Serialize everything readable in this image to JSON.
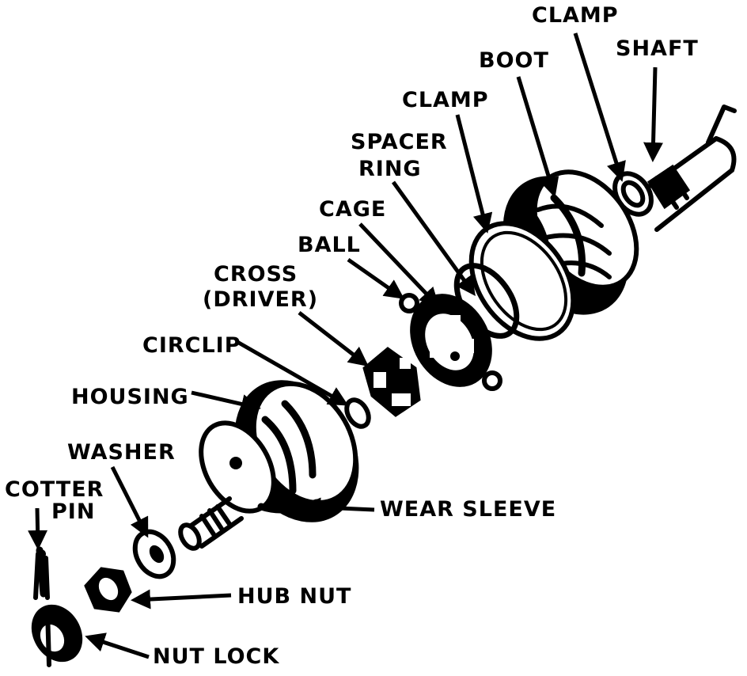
{
  "labels": {
    "clamp_outer": "CLAMP",
    "shaft": "SHAFT",
    "boot": "BOOT",
    "clamp_inner": "CLAMP",
    "spacer_line1": "SPACER",
    "spacer_line2": "RING",
    "cage": "CAGE",
    "ball": "BALL",
    "cross_line1": "CROSS",
    "cross_line2": "(DRIVER)",
    "circlip": "CIRCLIP",
    "housing": "HOUSING",
    "washer": "WASHER",
    "cotter_line1": "COTTER",
    "cotter_line2": "PIN",
    "wear_sleeve": "WEAR SLEEVE",
    "hub_nut": "HUB NUT",
    "nut_lock": "NUT LOCK"
  },
  "colors": {
    "ink": "#000000",
    "background": "#ffffff"
  }
}
